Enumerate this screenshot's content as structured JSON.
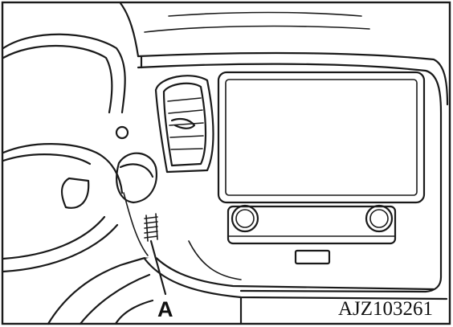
{
  "figure": {
    "callout_label": "A",
    "figure_code": "AJZ103261"
  },
  "parts": {
    "frame": "figure-border",
    "steering_wheel": "steering-wheel",
    "dashboard": "dashboard-panel",
    "air_vent": "center-air-vent",
    "display": "center-display-screen",
    "control_panel": "control-panel-knobs",
    "highlight": "highlighted-switch-location"
  }
}
